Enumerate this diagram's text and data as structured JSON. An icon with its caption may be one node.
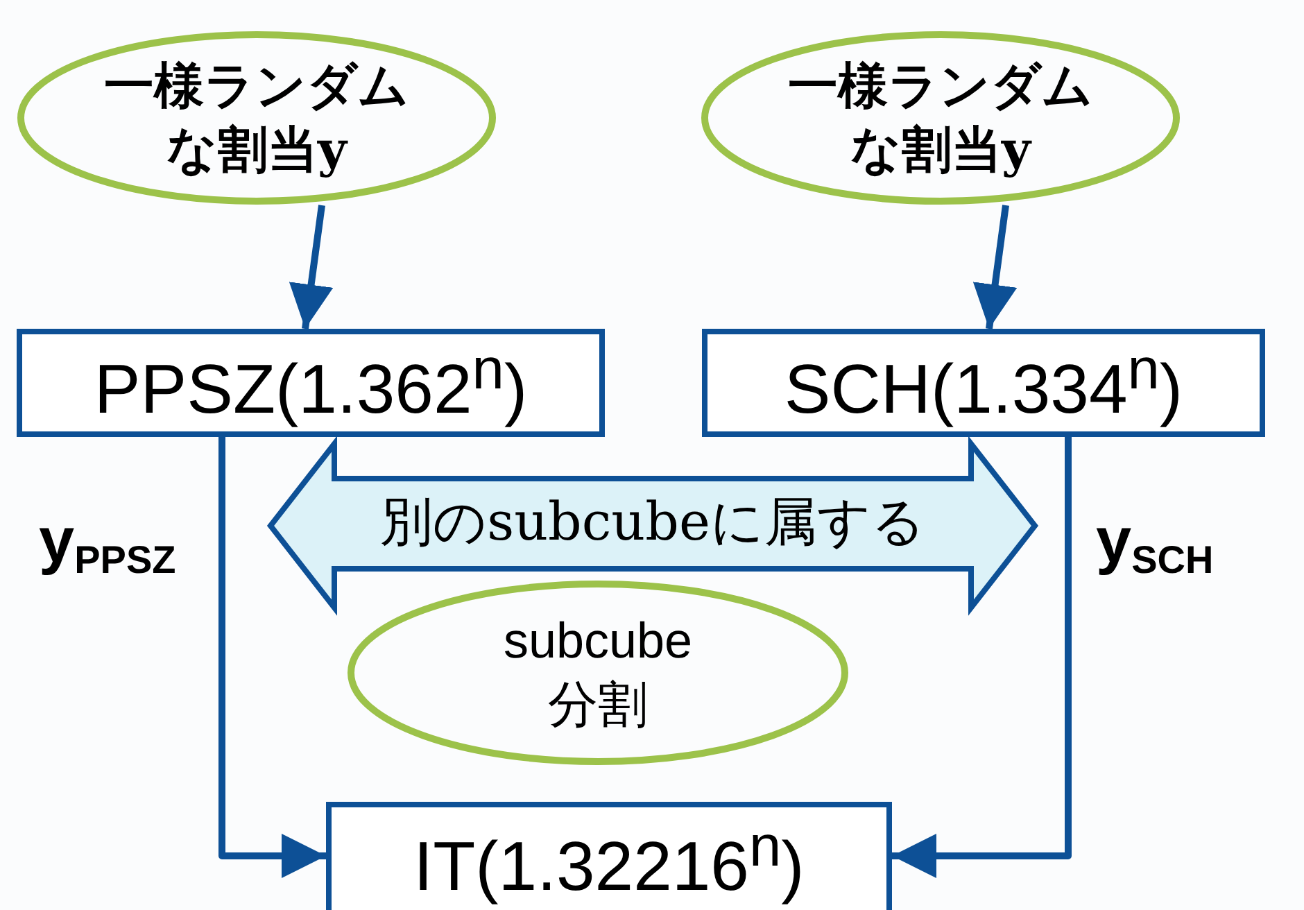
{
  "diagram": {
    "nodes": [
      {
        "text": [
          "一様ランダムな割当y"
        ]
      },
      {
        "text": [
          "一様ランダムな割当y"
        ]
      },
      {
        "text": [
          "PPSZ(1.362$^{n}$)"
        ]
      },
      {
        "text": [
          "SCH(1.334$^{n}$)"
        ]
      },
      {
        "text": [
          "別のsubcubeに属する"
        ]
      },
      {
        "text": [
          "subcube 分割"
        ]
      },
      {
        "text": [
          "IT(1.32216$^{n}$)"
        ]
      }
    ],
    "edges": [
      {
        "from": 0,
        "to": 2,
        "arrow": "to"
      },
      {
        "from": 1,
        "to": 3,
        "arrow": "to"
      },
      {
        "from": 2,
        "to": 6,
        "arrow": "to"
      },
      {
        "from": 3,
        "to": 6,
        "arrow": "to"
      }
    ],
    "labels": [
      "y$_{PPSZ}$",
      "y$_{SCH}$"
    ]
  }
}
